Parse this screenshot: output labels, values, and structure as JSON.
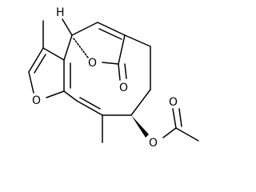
{
  "structure": {
    "atom_labels": {
      "stereo_h": "H",
      "lactone_ring_oxygen": "O",
      "lactone_carbonyl_oxygen": "O",
      "furan_oxygen": "O",
      "ester_oxygen": "O",
      "acetyl_carbonyl_oxygen": "O"
    }
  }
}
